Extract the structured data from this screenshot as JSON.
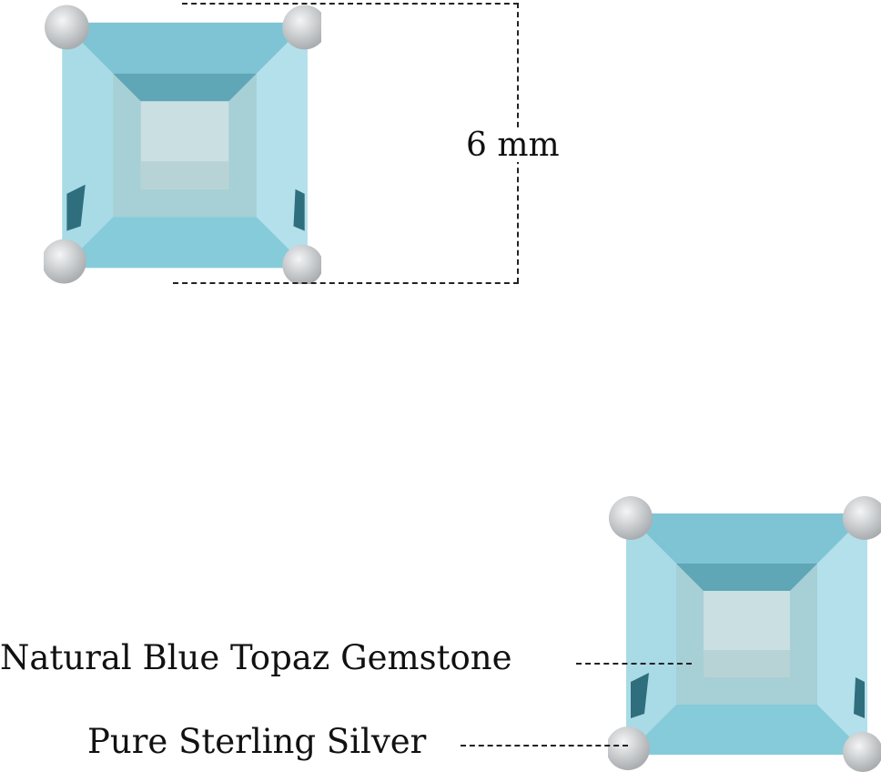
{
  "dimension": {
    "label": "6 mm"
  },
  "callouts": {
    "gemstone": "Natural Blue Topaz Gemstone",
    "metal": "Pure Sterling Silver"
  },
  "colors": {
    "stone": "#8fd0dc",
    "stone_dark": "#4fa9bd",
    "prong": "#d6d8da",
    "line": "#222222"
  }
}
